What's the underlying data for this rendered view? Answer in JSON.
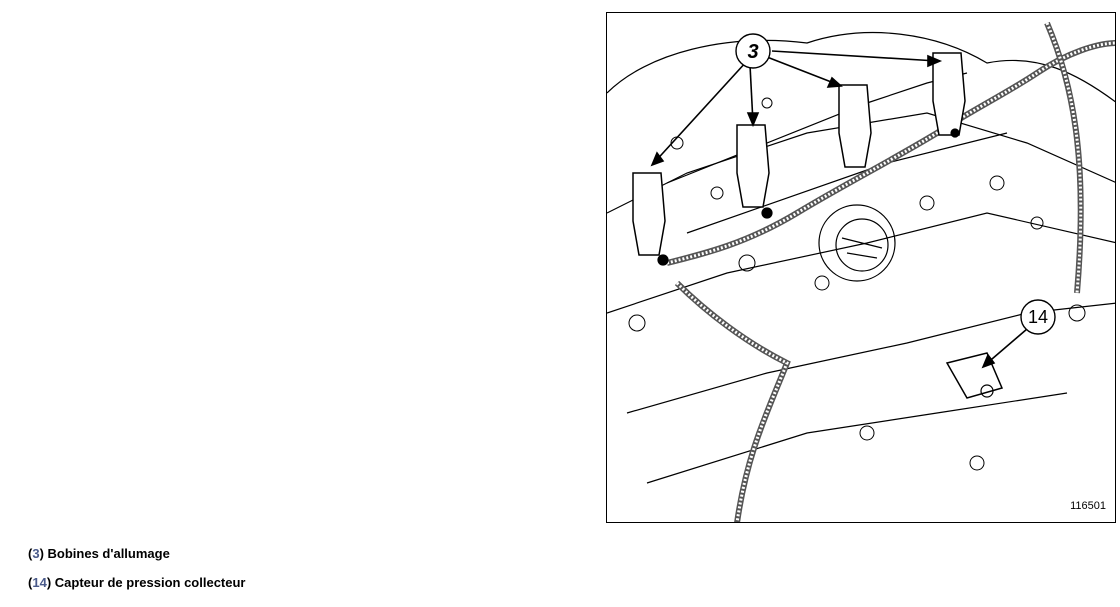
{
  "figure": {
    "number": "116501",
    "callouts": [
      {
        "label": "3"
      },
      {
        "label": "14"
      }
    ]
  },
  "legend": [
    {
      "number": "3",
      "text": "Bobines d'allumage"
    },
    {
      "number": "14",
      "text": "Capteur de pression collecteur"
    }
  ]
}
